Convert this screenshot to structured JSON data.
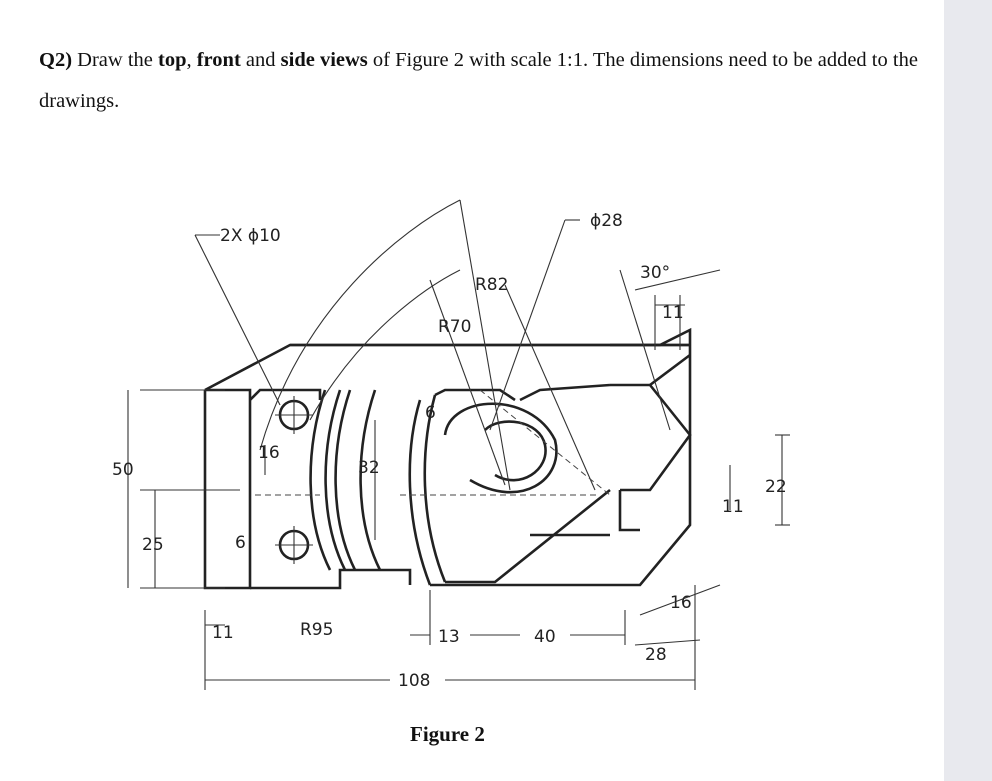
{
  "question": {
    "label": "Q2)",
    "text_1": " Draw the ",
    "bold_1": "top",
    "text_2": ", ",
    "bold_2": "front",
    "text_3": " and ",
    "bold_3": "side views",
    "text_4": " of Figure 2 with scale 1:1. The dimensions need to be added to the drawings."
  },
  "figure": {
    "caption": "Figure 2",
    "dimensions": {
      "holes": "2X ϕ10",
      "dia_28": "ϕ28",
      "r82": "R82",
      "r70": "R70",
      "angle_30": "30°",
      "d11_top": "11",
      "d6_slot": "6",
      "d16_left": "16",
      "d32": "32",
      "d50": "50",
      "d25": "25",
      "d6_lower": "6",
      "d22": "22",
      "d11_right": "11",
      "r95": "R95",
      "d11_bottom": "11",
      "d13": "13",
      "d40": "40",
      "d16_right": "16",
      "d28": "28",
      "d108": "108"
    }
  }
}
